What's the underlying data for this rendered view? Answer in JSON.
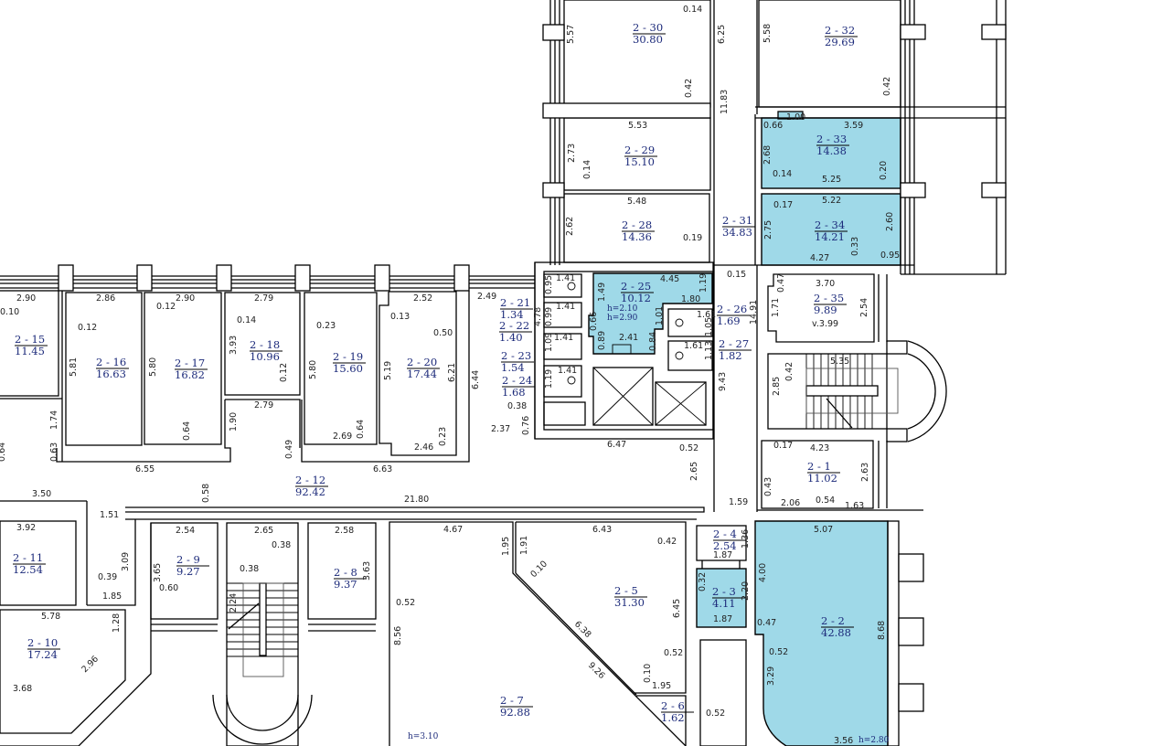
{
  "plan": {
    "fill_highlight": "#9fd9e8",
    "rooms": [
      {
        "number": "2 - 30",
        "area": "30.80"
      },
      {
        "number": "2 - 32",
        "area": "29.69"
      },
      {
        "number": "2 - 29",
        "area": "15.10"
      },
      {
        "number": "2 - 33",
        "area": "14.38"
      },
      {
        "number": "2 - 28",
        "area": "14.36"
      },
      {
        "number": "2 - 31",
        "area": "34.83"
      },
      {
        "number": "2 - 34",
        "area": "14.21"
      },
      {
        "number": "2 - 25",
        "area": "10.12"
      },
      {
        "number": "2 - 21",
        "area": "1.34"
      },
      {
        "number": "2 - 22",
        "area": "1.40"
      },
      {
        "number": "2 - 23",
        "area": "1.54"
      },
      {
        "number": "2 - 24",
        "area": "1.68"
      },
      {
        "number": "2 - 26",
        "area": "1.69"
      },
      {
        "number": "2 - 27",
        "area": "1.82"
      },
      {
        "number": "2 - 35",
        "area": "9.89"
      },
      {
        "number": "2 - 15",
        "area": "11.45"
      },
      {
        "number": "2 - 16",
        "area": "16.63"
      },
      {
        "number": "2 - 17",
        "area": "16.82"
      },
      {
        "number": "2 - 18",
        "area": "10.96"
      },
      {
        "number": "2 - 19",
        "area": "15.60"
      },
      {
        "number": "2 - 20",
        "area": "17.44"
      },
      {
        "number": "2 - 12",
        "area": "92.42"
      },
      {
        "number": "2 - 1",
        "area": "11.02"
      },
      {
        "number": "2 - 11",
        "area": "12.54"
      },
      {
        "number": "2 - 9",
        "area": "9.27"
      },
      {
        "number": "2 - 8",
        "area": "9.37"
      },
      {
        "number": "2 - 4",
        "area": "2.54"
      },
      {
        "number": "2 - 5",
        "area": "31.30"
      },
      {
        "number": "2 - 3",
        "area": "4.11"
      },
      {
        "number": "2 - 2",
        "area": "42.88"
      },
      {
        "number": "2 - 10",
        "area": "17.24"
      },
      {
        "number": "2 - 7",
        "area": "92.88"
      },
      {
        "number": "2 - 6",
        "area": "1.62"
      }
    ],
    "notes": [
      "h=2.10",
      "h=2.90",
      "v.3.99",
      "h=3.10",
      "h=2.80"
    ],
    "dims": [
      "0.14",
      "5.57",
      "0.42",
      "11.83",
      "6.25",
      "5.58",
      "0.42",
      "5.53",
      "2.73",
      "0.14",
      "5.48",
      "2.62",
      "0.19",
      "1.00",
      "0.66",
      "3.59",
      "2.68",
      "0.14",
      "5.25",
      "0.20",
      "0.17",
      "5.22",
      "2.75",
      "2.60",
      "0.33",
      "4.27",
      "0.95",
      "0.15",
      "1.41",
      "0.95",
      "1.41",
      "0.99",
      "1.41",
      "1.09",
      "1.41",
      "1.19",
      "4.45",
      "1.49",
      "1.19",
      "1.80",
      "0.66",
      "1.01",
      "0.89",
      "2.41",
      "0.84",
      "1.61",
      "1.05",
      "1.61",
      "1.13",
      "14.91",
      "9.43",
      "4.78",
      "0.38",
      "2.37",
      "0.76",
      "6.47",
      "0.52",
      "2.65",
      "1.59",
      "3.70",
      "0.47",
      "1.71",
      "2.54",
      "5.35",
      "0.42",
      "2.85",
      "0.17",
      "4.23",
      "2.63",
      "0.43",
      "2.06",
      "0.54",
      "1.63",
      "2.90",
      "0.10",
      "2.86",
      "0.12",
      "2.90",
      "0.12",
      "2.79",
      "0.14",
      "5.81",
      "5.80",
      "3.93",
      "0.12",
      "2.79",
      "1.74",
      "0.63",
      "0.64",
      "1.90",
      "0.49",
      "6.55",
      "0.64",
      "0.23",
      "0.13",
      "2.52",
      "5.80",
      "5.19",
      "0.50",
      "6.21",
      "6.44",
      "2.49",
      "2.69",
      "0.64",
      "2.46",
      "0.23",
      "6.63",
      "21.80",
      "0.58",
      "3.50",
      "3.92",
      "1.51",
      "2.54",
      "2.65",
      "0.38",
      "0.38",
      "3.09",
      "3.65",
      "0.39",
      "0.60",
      "1.85",
      "5.78",
      "1.28",
      "2.96",
      "3.68",
      "2.24",
      "2.58",
      "3.63",
      "0.52",
      "8.56",
      "4.67",
      "1.95",
      "1.91",
      "6.43",
      "0.42",
      "0.10",
      "6.38",
      "9.26",
      "6.45",
      "0.52",
      "0.10",
      "1.95",
      "0.52",
      "1.36",
      "1.87",
      "0.32",
      "2.20",
      "1.87",
      "5.07",
      "4.00",
      "0.47",
      "0.52",
      "3.29",
      "8.68",
      "3.56"
    ]
  }
}
